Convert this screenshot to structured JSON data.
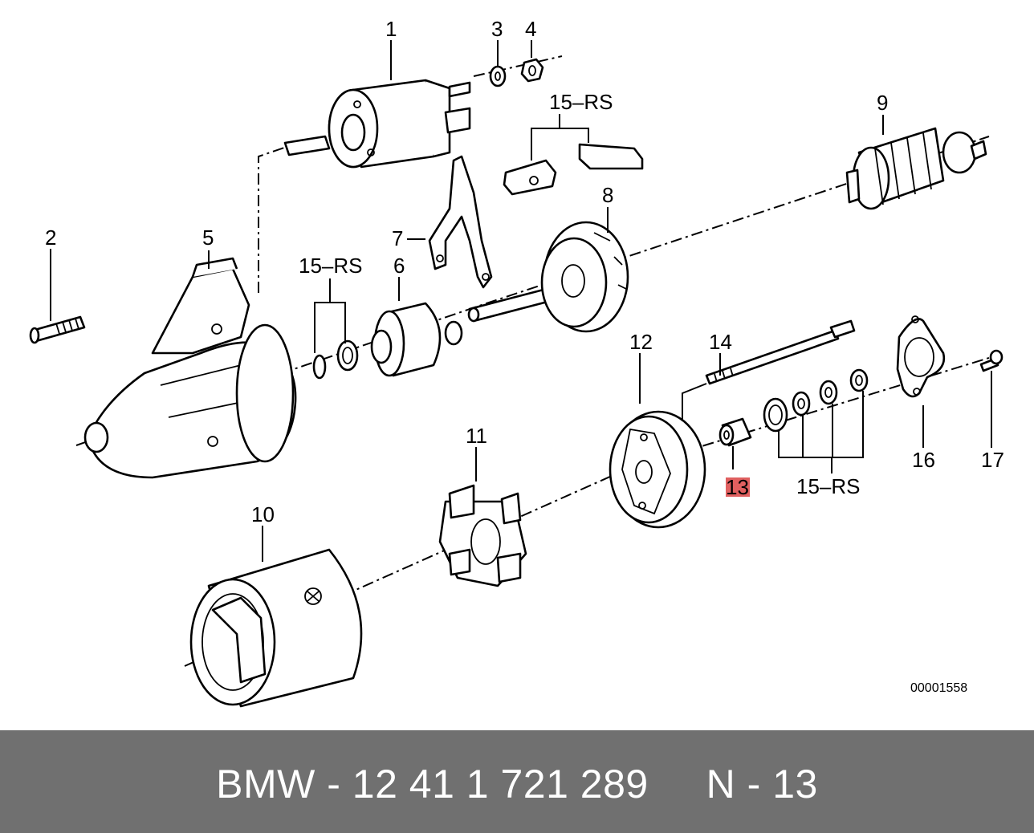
{
  "diagram": {
    "callouts": {
      "c1": "1",
      "c2": "2",
      "c3": "3",
      "c4": "4",
      "c5": "5",
      "c6": "6",
      "c7": "7",
      "c8": "8",
      "c9": "9",
      "c10": "10",
      "c11": "11",
      "c12": "12",
      "c13": "13",
      "c14": "14",
      "c16": "16",
      "c17": "17",
      "rs_top": "15–RS",
      "rs_left": "15–RS",
      "rs_bottom": "15–RS"
    },
    "highlighted_callout": "13",
    "highlight_color": "#e06060",
    "drawing_number": "00001558"
  },
  "footer": {
    "text": "BMW - 12 41 1 721 289     N - 13",
    "background": "#707070",
    "text_color": "#ffffff"
  }
}
